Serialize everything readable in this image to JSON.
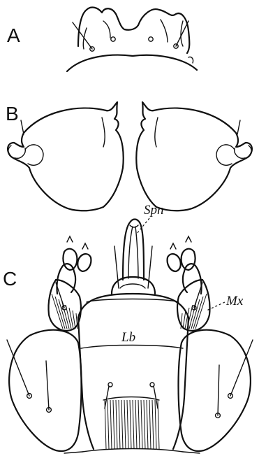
{
  "panels": {
    "a": {
      "letter": "A"
    },
    "b": {
      "letter": "B"
    },
    "c": {
      "letter": "C"
    }
  },
  "labels": {
    "spinneret": "Spn",
    "labium": "Lb",
    "maxilla": "Mx"
  }
}
